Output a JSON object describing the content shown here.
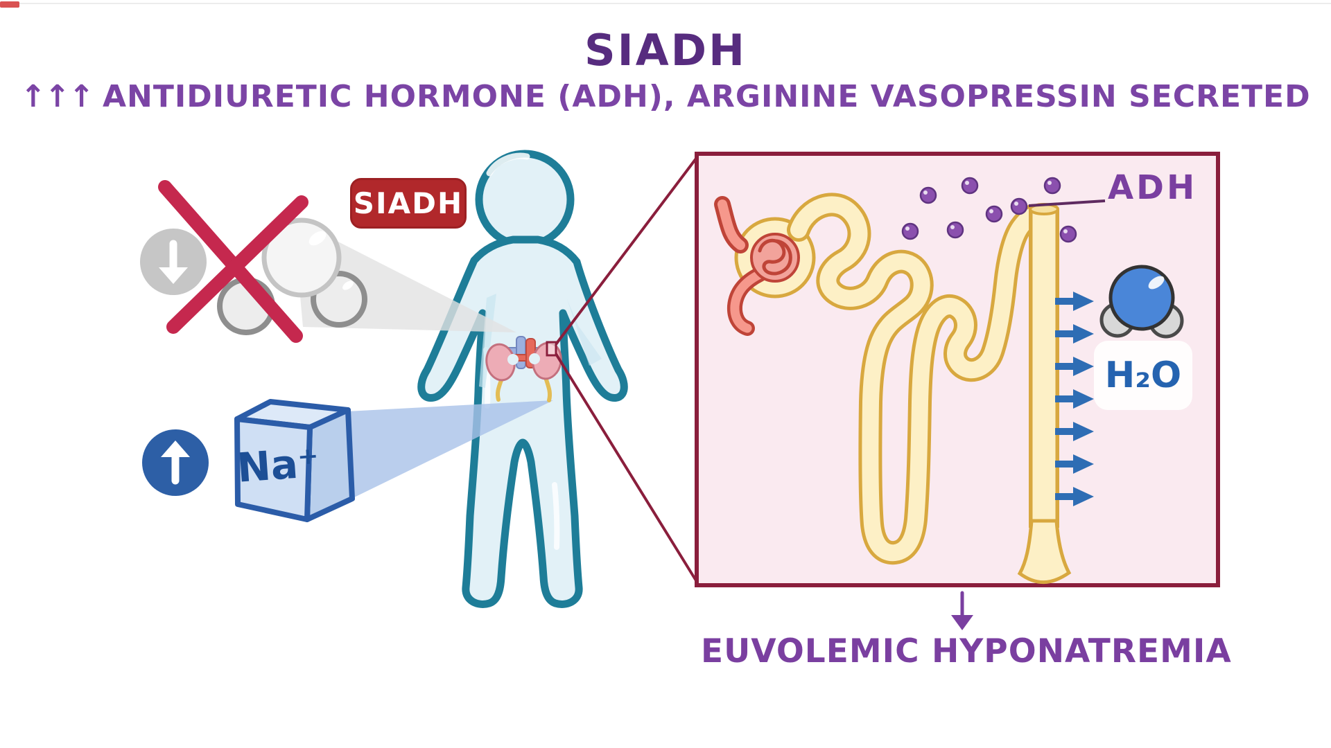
{
  "header": {
    "title": "SIADH",
    "subtitle_arrows": "↑↑↑",
    "subtitle": "ANTIDIURETIC HORMONE (ADH), ARGININE VASOPRESSIN SECRETED"
  },
  "labels": {
    "siadh_badge": "SIADH",
    "adh": "ADH",
    "h2o": "H₂O",
    "na": "Na⁺",
    "bottom_caption": "EUVOLEMIC HYPONATREMIA"
  },
  "icons": {
    "decrease_icon": "↓",
    "increase_icon": "↑",
    "prohibited_cross_icon": "✕",
    "reabsorption_arrow_icon": "➜",
    "callout_down_arrow_icon": "↓"
  },
  "colors": {
    "title_purple": "#572c7f",
    "subtitle_purple": "#7b44a5",
    "caption_purple": "#7a3fa0",
    "badge_red": "#b1282b",
    "cross_crimson": "#c5284e",
    "panel_bg": "#faeaf0",
    "panel_border": "#8a1e3c",
    "body_fill": "#e2f1f7",
    "body_outline": "#1e7d98",
    "nephron_fill": "#fdf0c6",
    "nephron_outline": "#d8a83f",
    "glomerulus_pink": "#f2a39b",
    "glomerulus_outline": "#bf4438",
    "adh_dot_purple": "#8b50ae",
    "arrow_blue": "#2e6db4",
    "na_circle_blue": "#2d5fa6",
    "na_cube_face": "#cfdff4",
    "water_blue": "#4a86d8",
    "molecule_gray": "#f0f0f0",
    "kidney_pink": "#edacb6"
  }
}
